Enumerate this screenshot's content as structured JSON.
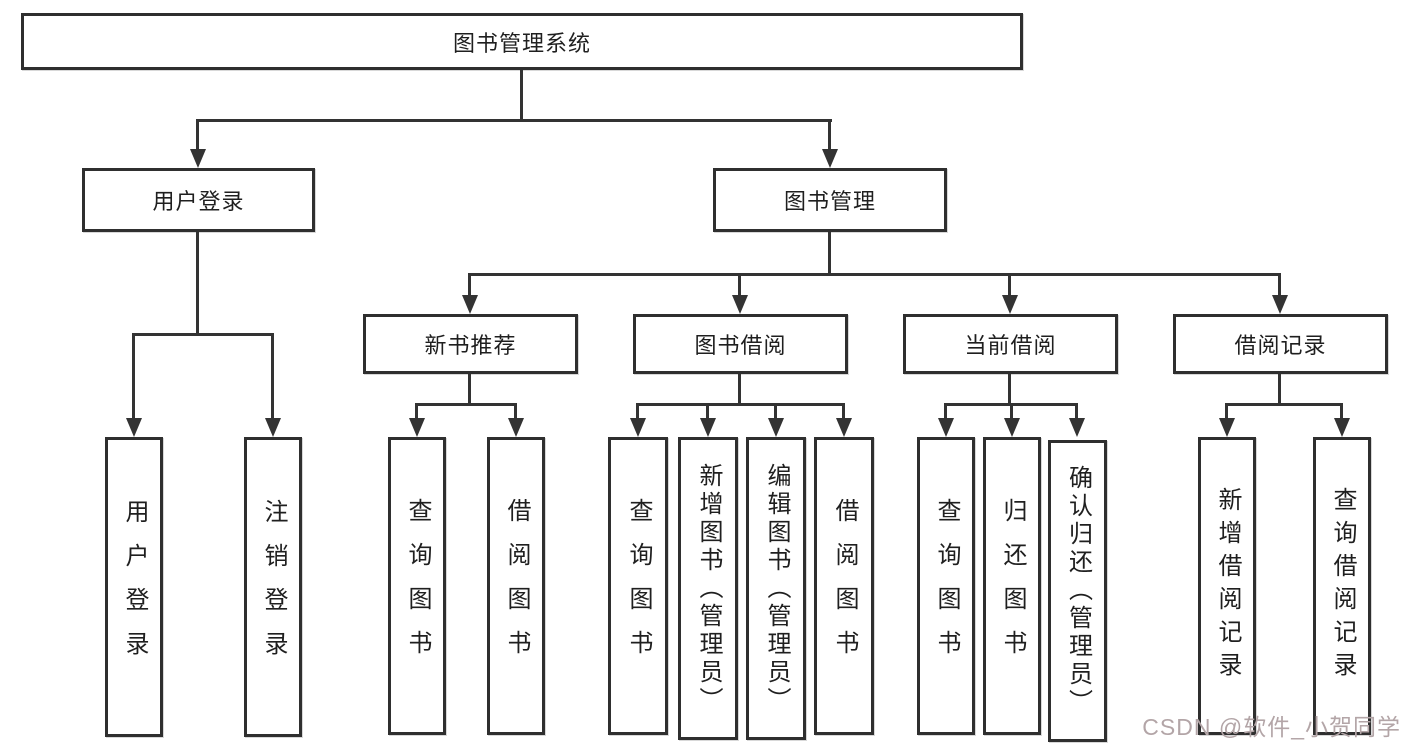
{
  "tree": {
    "label": "图书管理系统",
    "children": [
      {
        "label": "用户登录",
        "children": [
          {
            "label": "用户登录"
          },
          {
            "label": "注销登录"
          }
        ]
      },
      {
        "label": "图书管理",
        "children": [
          {
            "label": "新书推荐",
            "children": [
              {
                "label": "查询图书"
              },
              {
                "label": "借阅图书"
              }
            ]
          },
          {
            "label": "图书借阅",
            "children": [
              {
                "label": "查询图书"
              },
              {
                "label": "新增图书（管理员）"
              },
              {
                "label": "编辑图书（管理员）"
              },
              {
                "label": "借阅图书"
              }
            ]
          },
          {
            "label": "当前借阅",
            "children": [
              {
                "label": "查询图书"
              },
              {
                "label": "归还图书"
              },
              {
                "label": "确认归还（管理员）"
              }
            ]
          },
          {
            "label": "借阅记录",
            "children": [
              {
                "label": "新增借阅记录"
              },
              {
                "label": "查询借阅记录"
              }
            ]
          }
        ]
      }
    ]
  },
  "watermark": {
    "text": "CSDN @软件_小贺同学"
  },
  "colors": {
    "background": "#ffffff",
    "line": "#333333",
    "box_border": "#2f2f2f",
    "text": "#1f1f1f",
    "watermark": "#b3a5a7"
  }
}
